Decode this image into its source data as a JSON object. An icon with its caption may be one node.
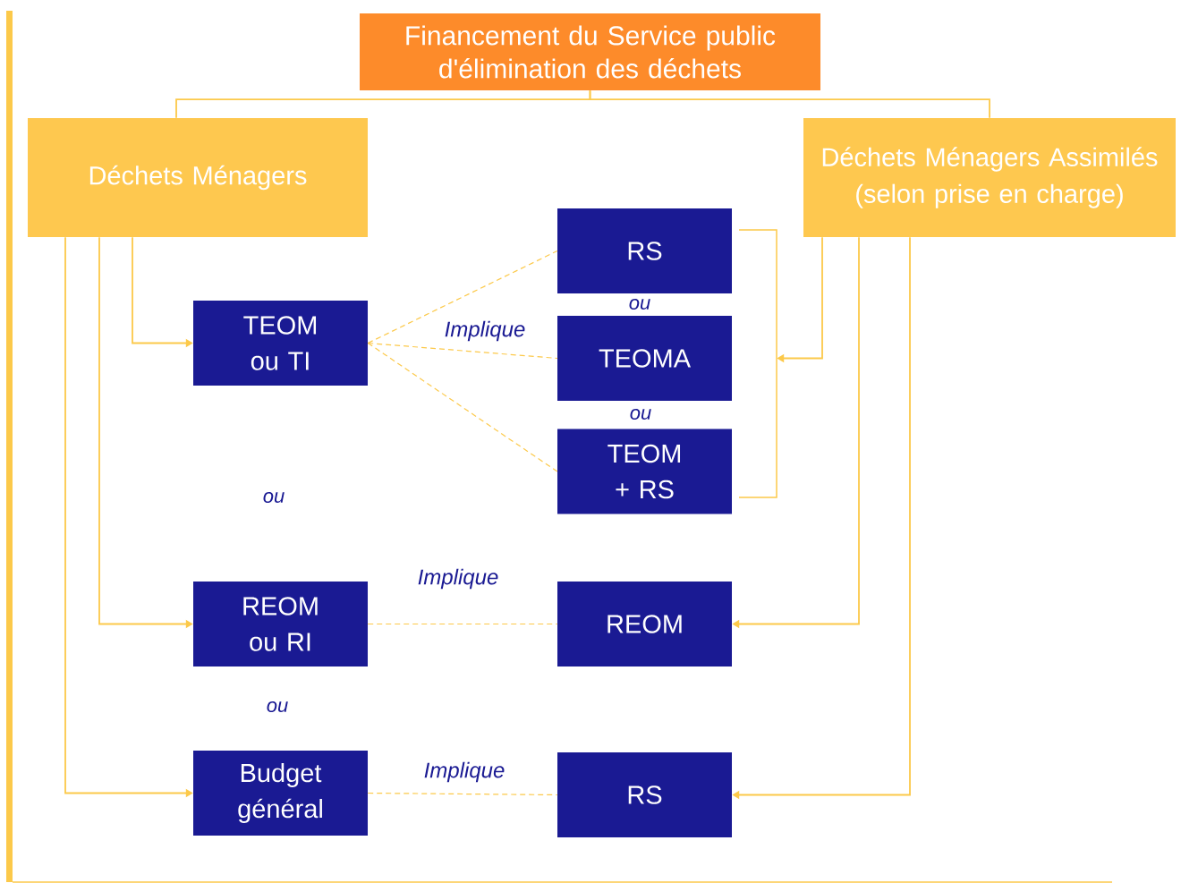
{
  "diagram": {
    "nodes": [
      {
        "text": [
          "Financement du Service public d'élimination des déchets"
        ]
      },
      {
        "text": [
          "Déchets Ménagers"
        ]
      },
      {
        "text": [
          "Déchets Ménagers Assimilés (selon prise en charge)"
        ]
      },
      {
        "text": [
          "RS"
        ]
      },
      {
        "text": [
          "TEOM ou TI"
        ]
      },
      {
        "text": [
          "TEOMA"
        ]
      },
      {
        "text": [
          "TEOM + RS"
        ]
      },
      {
        "text": [
          "REOM ou RI"
        ]
      },
      {
        "text": [
          "REOM"
        ]
      },
      {
        "text": [
          "Budget général"
        ]
      },
      {
        "text": [
          "RS"
        ]
      }
    ],
    "edges": [
      {
        "from": 0,
        "to": 1,
        "arrow": "none"
      },
      {
        "from": 0,
        "to": 2,
        "arrow": "none"
      },
      {
        "from": 1,
        "to": 4,
        "arrow": "to"
      },
      {
        "from": 1,
        "to": 7,
        "arrow": "to"
      },
      {
        "from": 1,
        "to": 9,
        "arrow": "to"
      },
      {
        "from": 2,
        "to": 5,
        "arrow": "to"
      },
      {
        "from": 2,
        "to": 8,
        "arrow": "to"
      },
      {
        "from": 2,
        "to": 10,
        "arrow": "to"
      },
      {
        "from": 4,
        "to": 3,
        "arrow": "none",
        "style": "dashed"
      },
      {
        "from": 4,
        "to": 5,
        "arrow": "none",
        "style": "dashed",
        "label": "Implique"
      },
      {
        "from": 4,
        "to": 6,
        "arrow": "none",
        "style": "dashed"
      },
      {
        "from": 7,
        "to": 8,
        "arrow": "none",
        "style": "dashed",
        "label": "Implique"
      },
      {
        "from": 9,
        "to": 10,
        "arrow": "none",
        "style": "dashed",
        "label": "Implique"
      }
    ],
    "labels": [
      "ou",
      "ou",
      "ou",
      "ou"
    ]
  }
}
